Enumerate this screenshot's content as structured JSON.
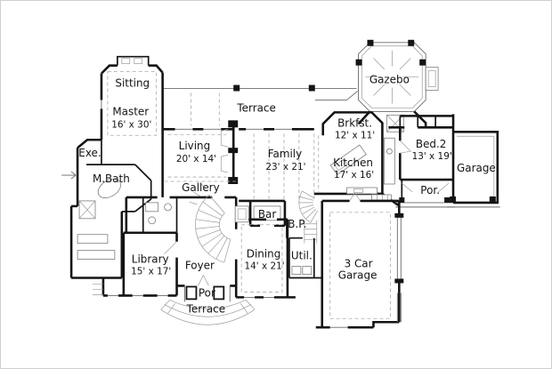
{
  "drawing": {
    "kind": "house floor plan",
    "background": "#ffffff",
    "wall_color": "#141414",
    "detail_color": "#6a6a6a",
    "dash_color": "#a8a8a8"
  },
  "rooms": [
    {
      "id": "sitting",
      "label": "Sitting"
    },
    {
      "id": "master",
      "label": "Master",
      "dims": "16' x 30'"
    },
    {
      "id": "exercise",
      "label": "Exe."
    },
    {
      "id": "master-bath",
      "label": "M.Bath"
    },
    {
      "id": "terrace-top",
      "label": "Terrace"
    },
    {
      "id": "living",
      "label": "Living",
      "dims": "20' x 14'"
    },
    {
      "id": "family",
      "label": "Family",
      "dims": "23' x 21'"
    },
    {
      "id": "gallery",
      "label": "Gallery"
    },
    {
      "id": "gazebo",
      "label": "Gazebo"
    },
    {
      "id": "breakfast",
      "label": "Brkfst.",
      "dims": "12' x 11'"
    },
    {
      "id": "kitchen",
      "label": "Kitchen",
      "dims": "17' x 16'"
    },
    {
      "id": "bed2",
      "label": "Bed.2",
      "dims": "13' x 19'"
    },
    {
      "id": "garage-right",
      "label": "Garage"
    },
    {
      "id": "porch-right",
      "label": "Por."
    },
    {
      "id": "bar",
      "label": "Bar"
    },
    {
      "id": "butlers-pantry",
      "label": "B.P."
    },
    {
      "id": "dining",
      "label": "Dining",
      "dims": "14' x 21'"
    },
    {
      "id": "utility",
      "label": "Util."
    },
    {
      "id": "foyer",
      "label": "Foyer"
    },
    {
      "id": "library",
      "label": "Library",
      "dims": "15' x 17'"
    },
    {
      "id": "garage-3car",
      "label": "3 Car",
      "label2": "Garage"
    },
    {
      "id": "porch-front",
      "label": "Por"
    },
    {
      "id": "terrace-front",
      "label": "Terrace"
    }
  ]
}
